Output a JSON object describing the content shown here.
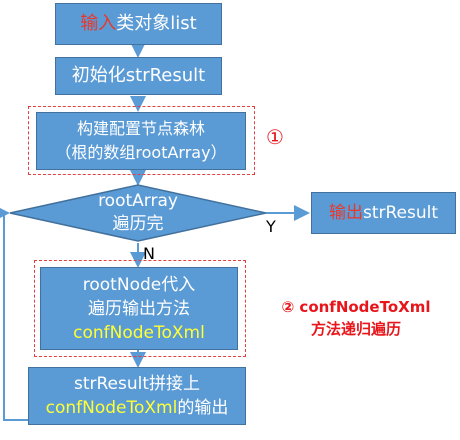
{
  "colors": {
    "box_fill": "#5b9bd5",
    "box_border": "#41719c",
    "arrow": "#5b9bd5",
    "highlight_red": "#e8382c",
    "highlight_yellow": "#ffff33",
    "annotation_red": "#e8161b",
    "dashed_border": "#e04040"
  },
  "nodes": {
    "input": {
      "highlight": "输入",
      "rest": "类对象list"
    },
    "init": {
      "text": "初始化strResult"
    },
    "build": {
      "line1": "构建配置节点森林",
      "line2": "（根的数组rootArray）"
    },
    "decision": {
      "line1": "rootArray",
      "line2": "遍历完"
    },
    "output": {
      "highlight": "输出",
      "rest": "strResult"
    },
    "process": {
      "line1": "rootNode代入",
      "line2": "遍历输出方法",
      "line3": "confNodeToXml"
    },
    "concat": {
      "line1": "strResult拼接上",
      "line2_highlight": "confNodeToXml",
      "line2_rest": "的输出"
    }
  },
  "annotations": {
    "note1": "①",
    "note2_line1": "② confNodeToXml",
    "note2_line2": "方法递归遍历"
  },
  "labels": {
    "yes": "Y",
    "no": "N"
  }
}
